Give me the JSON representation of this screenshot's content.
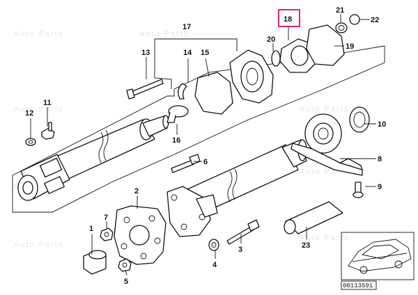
{
  "watermark_text": "Auto Parts",
  "reference_code": "00113591",
  "highlight_color": "#e0207a",
  "line_color": "#111111",
  "callouts": [
    {
      "id": "c1",
      "text": "1"
    },
    {
      "id": "c2",
      "text": "2"
    },
    {
      "id": "c3",
      "text": "3"
    },
    {
      "id": "c4",
      "text": "4"
    },
    {
      "id": "c5",
      "text": "5"
    },
    {
      "id": "c6",
      "text": "6"
    },
    {
      "id": "c7",
      "text": "7"
    },
    {
      "id": "c8",
      "text": "8"
    },
    {
      "id": "c9",
      "text": "9"
    },
    {
      "id": "c10",
      "text": "10"
    },
    {
      "id": "c11",
      "text": "11"
    },
    {
      "id": "c12",
      "text": "12"
    },
    {
      "id": "c13",
      "text": "13"
    },
    {
      "id": "c14",
      "text": "14"
    },
    {
      "id": "c15",
      "text": "15"
    },
    {
      "id": "c16",
      "text": "16"
    },
    {
      "id": "c17",
      "text": "17"
    },
    {
      "id": "c18",
      "text": "18",
      "highlighted": true
    },
    {
      "id": "c19",
      "text": "19"
    },
    {
      "id": "c20",
      "text": "20"
    },
    {
      "id": "c21",
      "text": "21"
    },
    {
      "id": "c22",
      "text": "22"
    },
    {
      "id": "c23",
      "text": "23"
    }
  ]
}
